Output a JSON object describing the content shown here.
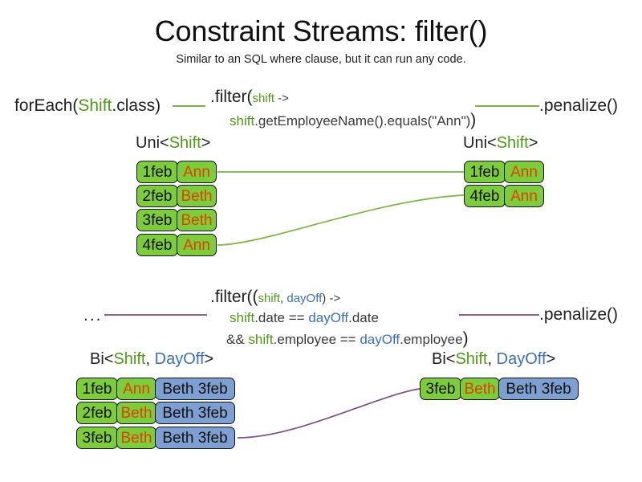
{
  "header": {
    "title": "Constraint Streams: filter()",
    "subtitle": "Similar to an SQL where clause, but it can run any code."
  },
  "colors": {
    "green_fill": "#7DCC3C",
    "blue_fill": "#7D9FD1",
    "green_text": "#4f9a18",
    "blue_text": "#3b6fb6",
    "name_text": "#E04000",
    "green_wire": "#6aa82b",
    "purple_wire": "#7E4E82"
  },
  "section_uni": {
    "source_label": {
      "prefix": "forEach(",
      "type": "Shift",
      "suffix": ".class)"
    },
    "filter_line1": {
      "head": ".filter(",
      "param": "shift",
      "arrow": " ->"
    },
    "filter_line2": {
      "receiver": "shift",
      "body": ".getEmployeeName().equals(\"Ann\")",
      "close": ")"
    },
    "terminal_label": ".penalize()",
    "input_header": {
      "prefix": "Uni<",
      "type": "Shift",
      "suffix": ">"
    },
    "output_header": {
      "prefix": "Uni<",
      "type": "Shift",
      "suffix": ">"
    },
    "input_rows": [
      {
        "date": "1feb",
        "name": "Ann"
      },
      {
        "date": "2feb",
        "name": "Beth"
      },
      {
        "date": "3feb",
        "name": "Beth"
      },
      {
        "date": "4feb",
        "name": "Ann"
      }
    ],
    "output_rows": [
      {
        "date": "1feb",
        "name": "Ann"
      },
      {
        "date": "4feb",
        "name": "Ann"
      }
    ]
  },
  "section_bi": {
    "source_label": "...",
    "filter_line1": {
      "head": ".filter((",
      "param1": "shift",
      "comma": ", ",
      "param2": "dayOff",
      "arrow": ") ->"
    },
    "filter_line2": {
      "receiver1": "shift",
      "mid": ".date == ",
      "receiver2": "dayOff",
      "tail": ".date"
    },
    "filter_line3": {
      "op": "&& ",
      "receiver1": "shift",
      "mid": ".employee == ",
      "receiver2": "dayOff",
      "tail": ".employee",
      "close": ")"
    },
    "terminal_label": ".penalize()",
    "input_header": {
      "prefix": "Bi<",
      "type1": "Shift",
      "comma": ", ",
      "type2": "DayOff",
      "suffix": ">"
    },
    "output_header": {
      "prefix": "Bi<",
      "type1": "Shift",
      "comma": ", ",
      "type2": "DayOff",
      "suffix": ">"
    },
    "input_rows": [
      {
        "date": "1feb",
        "name": "Ann",
        "dayoff": "Beth 3feb"
      },
      {
        "date": "2feb",
        "name": "Beth",
        "dayoff": "Beth 3feb"
      },
      {
        "date": "3feb",
        "name": "Beth",
        "dayoff": "Beth 3feb"
      }
    ],
    "output_rows": [
      {
        "date": "3feb",
        "name": "Beth",
        "dayoff": "Beth 3feb"
      }
    ]
  }
}
